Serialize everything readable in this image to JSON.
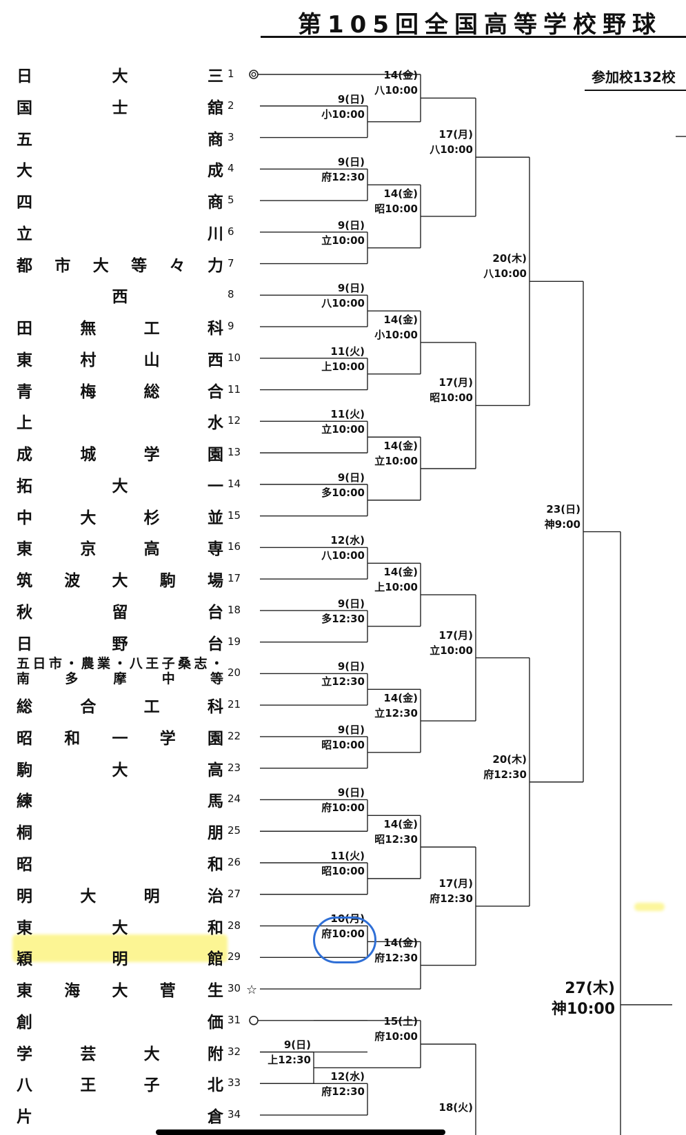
{
  "header": {
    "title": "第105回全国高等学校野球",
    "participants": "参加校132校"
  },
  "teams": [
    {
      "no": "1",
      "name": "日大三",
      "mark": "double-circle"
    },
    {
      "no": "2",
      "name": "国士舘"
    },
    {
      "no": "3",
      "name": "五商"
    },
    {
      "no": "4",
      "name": "大成"
    },
    {
      "no": "5",
      "name": "四商"
    },
    {
      "no": "6",
      "name": "立川"
    },
    {
      "no": "7",
      "name": "都市大等々力"
    },
    {
      "no": "8",
      "name": "西"
    },
    {
      "no": "9",
      "name": "田無工科"
    },
    {
      "no": "10",
      "name": "東村山西"
    },
    {
      "no": "11",
      "name": "青梅総合"
    },
    {
      "no": "12",
      "name": "上水"
    },
    {
      "no": "13",
      "name": "成城学園"
    },
    {
      "no": "14",
      "name": "拓大一"
    },
    {
      "no": "15",
      "name": "中大杉並"
    },
    {
      "no": "16",
      "name": "東京高専"
    },
    {
      "no": "17",
      "name": "筑波大駒場"
    },
    {
      "no": "18",
      "name": "秋留台"
    },
    {
      "no": "19",
      "name": "日野台"
    },
    {
      "no": "20",
      "name_line1": "五日市・農業・八王子桑志・",
      "name_line2": "南多摩中等"
    },
    {
      "no": "21",
      "name": "総合工科"
    },
    {
      "no": "22",
      "name": "昭和一学園"
    },
    {
      "no": "23",
      "name": "駒大高"
    },
    {
      "no": "24",
      "name": "練馬"
    },
    {
      "no": "25",
      "name": "桐朋"
    },
    {
      "no": "26",
      "name": "昭和"
    },
    {
      "no": "27",
      "name": "明大明治"
    },
    {
      "no": "28",
      "name": "東大和"
    },
    {
      "no": "29",
      "name": "穎明館",
      "highlighted": true
    },
    {
      "no": "30",
      "name": "東海大菅生",
      "mark": "star"
    },
    {
      "no": "31",
      "name": "創価",
      "mark": "circle"
    },
    {
      "no": "32",
      "name": "学芸大附"
    },
    {
      "no": "33",
      "name": "八王子北"
    },
    {
      "no": "34",
      "name": "片倉"
    }
  ],
  "matches": [
    {
      "id": "m1",
      "date": "9(日)",
      "slot": "小10:00"
    },
    {
      "id": "m2",
      "date": "9(日)",
      "slot": "府12:30"
    },
    {
      "id": "m3",
      "date": "9(日)",
      "slot": "立10:00"
    },
    {
      "id": "m4",
      "date": "9(日)",
      "slot": "八10:00"
    },
    {
      "id": "m5",
      "date": "11(火)",
      "slot": "上10:00"
    },
    {
      "id": "m6",
      "date": "11(火)",
      "slot": "立10:00"
    },
    {
      "id": "m7",
      "date": "9(日)",
      "slot": "多10:00"
    },
    {
      "id": "m8",
      "date": "12(水)",
      "slot": "八10:00"
    },
    {
      "id": "m9",
      "date": "9(日)",
      "slot": "多12:30"
    },
    {
      "id": "m10",
      "date": "9(日)",
      "slot": "立12:30"
    },
    {
      "id": "m11",
      "date": "9(日)",
      "slot": "昭10:00"
    },
    {
      "id": "m12",
      "date": "9(日)",
      "slot": "府10:00"
    },
    {
      "id": "m13",
      "date": "11(火)",
      "slot": "昭10:00"
    },
    {
      "id": "m14",
      "date": "10(月)",
      "slot": "府10:00"
    },
    {
      "id": "m15",
      "date": "9(日)",
      "slot": "上12:30"
    },
    {
      "id": "m16",
      "date": "12(水)",
      "slot": "府12:30"
    },
    {
      "id": "r2a",
      "date": "14(金)",
      "slot": "八10:00"
    },
    {
      "id": "r2b",
      "date": "14(金)",
      "slot": "昭10:00"
    },
    {
      "id": "r2c",
      "date": "14(金)",
      "slot": "小10:00"
    },
    {
      "id": "r2d",
      "date": "14(金)",
      "slot": "立10:00"
    },
    {
      "id": "r2e",
      "date": "14(金)",
      "slot": "上10:00"
    },
    {
      "id": "r2f",
      "date": "14(金)",
      "slot": "立12:30"
    },
    {
      "id": "r2g",
      "date": "14(金)",
      "slot": "昭12:30"
    },
    {
      "id": "r2h",
      "date": "14(金)",
      "slot": "府12:30"
    },
    {
      "id": "r2i",
      "date": "15(土)",
      "slot": "府10:00"
    },
    {
      "id": "r3a",
      "date": "17(月)",
      "slot": "八10:00"
    },
    {
      "id": "r3b",
      "date": "17(月)",
      "slot": "昭10:00"
    },
    {
      "id": "r3c",
      "date": "17(月)",
      "slot": "立10:00"
    },
    {
      "id": "r3d",
      "date": "17(月)",
      "slot": "府12:30"
    },
    {
      "id": "r3e",
      "date": "18(火)",
      "slot": ""
    },
    {
      "id": "r4a",
      "date": "20(木)",
      "slot": "八10:00"
    },
    {
      "id": "r4b",
      "date": "20(木)",
      "slot": "府12:30"
    },
    {
      "id": "r5",
      "date": "23(日)",
      "slot": "神9:00"
    },
    {
      "id": "r6",
      "date": "27(木)",
      "slot": "神10:00"
    }
  ],
  "colors": {
    "highlight": "#f7ec57",
    "circle": "#2f6fd6"
  }
}
